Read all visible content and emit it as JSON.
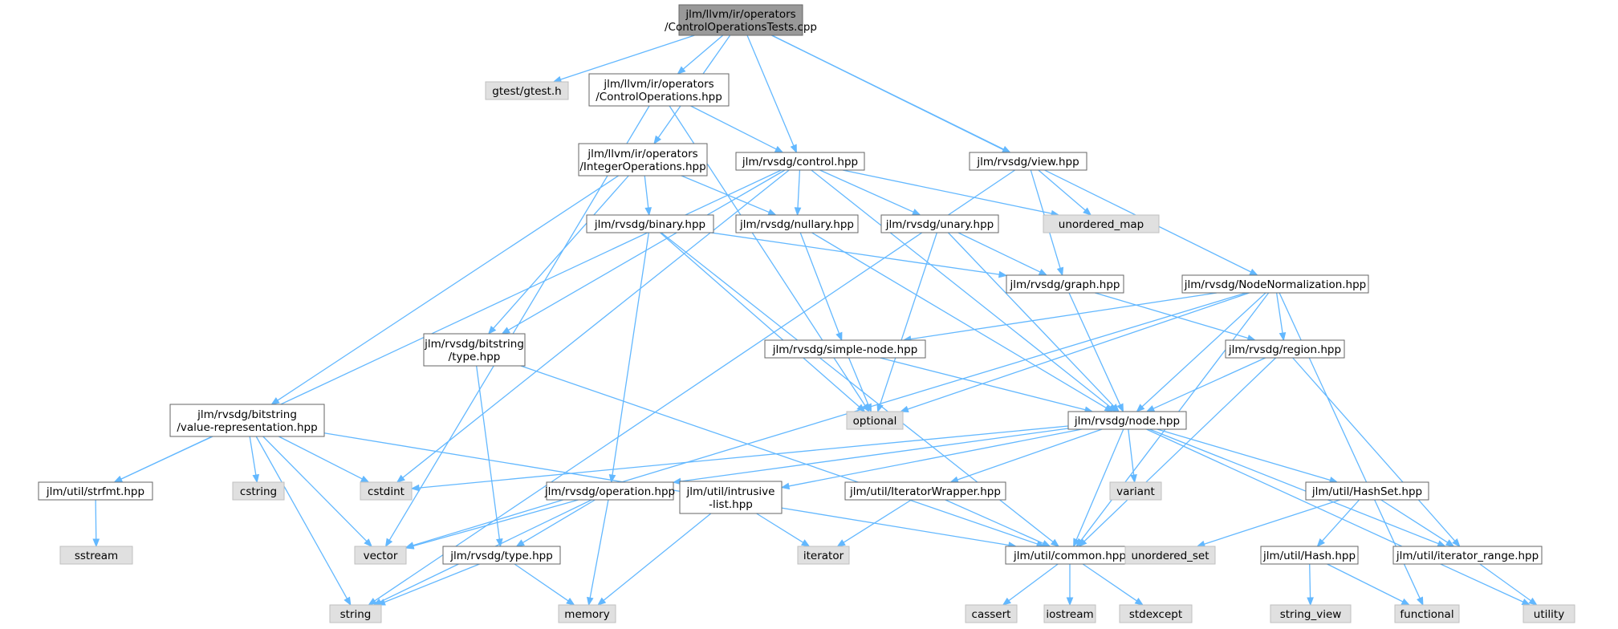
{
  "diagram": {
    "type": "include-dependency-graph",
    "colors": {
      "root_fill": "#999999",
      "root_stroke": "#666666",
      "file_fill": "#ffffff",
      "file_stroke": "#666666",
      "system_fill": "#e0e0e0",
      "system_stroke": "#bfbfbf",
      "edge": "#63b8ff"
    },
    "nodes": [
      {
        "id": "root",
        "lines": [
          "jlm/llvm/ir/operators",
          "/ControlOperationsTests.cpp"
        ],
        "kind": "root"
      },
      {
        "id": "gtest",
        "lines": [
          "gtest/gtest.h"
        ],
        "kind": "system"
      },
      {
        "id": "ctrlops",
        "lines": [
          "jlm/llvm/ir/operators",
          "/ControlOperations.hpp"
        ],
        "kind": "file"
      },
      {
        "id": "intops",
        "lines": [
          "jlm/llvm/ir/operators",
          "/IntegerOperations.hpp"
        ],
        "kind": "file"
      },
      {
        "id": "control",
        "lines": [
          "jlm/rvsdg/control.hpp"
        ],
        "kind": "file"
      },
      {
        "id": "view",
        "lines": [
          "jlm/rvsdg/view.hpp"
        ],
        "kind": "file"
      },
      {
        "id": "unordmap",
        "lines": [
          "unordered_map"
        ],
        "kind": "system"
      },
      {
        "id": "binary",
        "lines": [
          "jlm/rvsdg/binary.hpp"
        ],
        "kind": "file"
      },
      {
        "id": "nullary",
        "lines": [
          "jlm/rvsdg/nullary.hpp"
        ],
        "kind": "file"
      },
      {
        "id": "unary",
        "lines": [
          "jlm/rvsdg/unary.hpp"
        ],
        "kind": "file"
      },
      {
        "id": "graph",
        "lines": [
          "jlm/rvsdg/graph.hpp"
        ],
        "kind": "file"
      },
      {
        "id": "nodenorm",
        "lines": [
          "jlm/rvsdg/NodeNormalization.hpp"
        ],
        "kind": "file"
      },
      {
        "id": "bitstype",
        "lines": [
          "jlm/rvsdg/bitstring",
          "/type.hpp"
        ],
        "kind": "file"
      },
      {
        "id": "simplenode",
        "lines": [
          "jlm/rvsdg/simple-node.hpp"
        ],
        "kind": "file"
      },
      {
        "id": "region",
        "lines": [
          "jlm/rvsdg/region.hpp"
        ],
        "kind": "file"
      },
      {
        "id": "valrep",
        "lines": [
          "jlm/rvsdg/bitstring",
          "/value-representation.hpp"
        ],
        "kind": "file"
      },
      {
        "id": "optional",
        "lines": [
          "optional"
        ],
        "kind": "system"
      },
      {
        "id": "node",
        "lines": [
          "jlm/rvsdg/node.hpp"
        ],
        "kind": "file"
      },
      {
        "id": "strfmt",
        "lines": [
          "jlm/util/strfmt.hpp"
        ],
        "kind": "file"
      },
      {
        "id": "cstring",
        "lines": [
          "cstring"
        ],
        "kind": "system"
      },
      {
        "id": "cstdint",
        "lines": [
          "cstdint"
        ],
        "kind": "system"
      },
      {
        "id": "operation",
        "lines": [
          "jlm/rvsdg/operation.hpp"
        ],
        "kind": "file"
      },
      {
        "id": "intrusive",
        "lines": [
          "jlm/util/intrusive",
          "-list.hpp"
        ],
        "kind": "file"
      },
      {
        "id": "iterwrap",
        "lines": [
          "jlm/util/IteratorWrapper.hpp"
        ],
        "kind": "file"
      },
      {
        "id": "variant",
        "lines": [
          "variant"
        ],
        "kind": "system"
      },
      {
        "id": "hashset",
        "lines": [
          "jlm/util/HashSet.hpp"
        ],
        "kind": "file"
      },
      {
        "id": "sstream",
        "lines": [
          "sstream"
        ],
        "kind": "system"
      },
      {
        "id": "vector",
        "lines": [
          "vector"
        ],
        "kind": "system"
      },
      {
        "id": "rvtype",
        "lines": [
          "jlm/rvsdg/type.hpp"
        ],
        "kind": "file"
      },
      {
        "id": "iterator",
        "lines": [
          "iterator"
        ],
        "kind": "system"
      },
      {
        "id": "common",
        "lines": [
          "jlm/util/common.hpp"
        ],
        "kind": "file"
      },
      {
        "id": "unordset",
        "lines": [
          "unordered_set"
        ],
        "kind": "system"
      },
      {
        "id": "hash",
        "lines": [
          "jlm/util/Hash.hpp"
        ],
        "kind": "file"
      },
      {
        "id": "iterrange",
        "lines": [
          "jlm/util/iterator_range.hpp"
        ],
        "kind": "file"
      },
      {
        "id": "string",
        "lines": [
          "string"
        ],
        "kind": "system"
      },
      {
        "id": "memory",
        "lines": [
          "memory"
        ],
        "kind": "system"
      },
      {
        "id": "cassert",
        "lines": [
          "cassert"
        ],
        "kind": "system"
      },
      {
        "id": "iostream",
        "lines": [
          "iostream"
        ],
        "kind": "system"
      },
      {
        "id": "stdexcept",
        "lines": [
          "stdexcept"
        ],
        "kind": "system"
      },
      {
        "id": "string_view",
        "lines": [
          "string_view"
        ],
        "kind": "system"
      },
      {
        "id": "functional",
        "lines": [
          "functional"
        ],
        "kind": "system"
      },
      {
        "id": "utility",
        "lines": [
          "utility"
        ],
        "kind": "system"
      }
    ],
    "edges": [
      [
        "root",
        "gtest"
      ],
      [
        "root",
        "ctrlops"
      ],
      [
        "root",
        "intops"
      ],
      [
        "root",
        "control"
      ],
      [
        "root",
        "view"
      ],
      [
        "root",
        "nodenorm"
      ],
      [
        "ctrlops",
        "control"
      ],
      [
        "ctrlops",
        "vector"
      ],
      [
        "ctrlops",
        "optional"
      ],
      [
        "intops",
        "binary"
      ],
      [
        "intops",
        "nullary"
      ],
      [
        "intops",
        "bitstype"
      ],
      [
        "intops",
        "valrep"
      ],
      [
        "control",
        "unordmap"
      ],
      [
        "control",
        "nullary"
      ],
      [
        "control",
        "unary"
      ],
      [
        "control",
        "node"
      ],
      [
        "control",
        "bitstype"
      ],
      [
        "control",
        "strfmt"
      ],
      [
        "control",
        "cstdint"
      ],
      [
        "view",
        "unordmap"
      ],
      [
        "view",
        "graph"
      ],
      [
        "view",
        "string"
      ],
      [
        "binary",
        "graph"
      ],
      [
        "binary",
        "operation"
      ],
      [
        "binary",
        "optional"
      ],
      [
        "binary",
        "common"
      ],
      [
        "nullary",
        "simplenode"
      ],
      [
        "nullary",
        "node"
      ],
      [
        "unary",
        "graph"
      ],
      [
        "unary",
        "node"
      ],
      [
        "unary",
        "optional"
      ],
      [
        "graph",
        "region"
      ],
      [
        "graph",
        "node"
      ],
      [
        "nodenorm",
        "simplenode"
      ],
      [
        "nodenorm",
        "region"
      ],
      [
        "nodenorm",
        "node"
      ],
      [
        "nodenorm",
        "optional"
      ],
      [
        "nodenorm",
        "common"
      ],
      [
        "nodenorm",
        "functional"
      ],
      [
        "nodenorm",
        "vector"
      ],
      [
        "bitstype",
        "rvtype"
      ],
      [
        "bitstype",
        "common"
      ],
      [
        "simplenode",
        "node"
      ],
      [
        "simplenode",
        "optional"
      ],
      [
        "region",
        "node"
      ],
      [
        "region",
        "common"
      ],
      [
        "region",
        "iterrange"
      ],
      [
        "valrep",
        "strfmt"
      ],
      [
        "valrep",
        "cstring"
      ],
      [
        "valrep",
        "cstdint"
      ],
      [
        "valrep",
        "vector"
      ],
      [
        "valrep",
        "string"
      ],
      [
        "valrep",
        "common"
      ],
      [
        "node",
        "operation"
      ],
      [
        "node",
        "intrusive"
      ],
      [
        "node",
        "iterwrap"
      ],
      [
        "node",
        "variant"
      ],
      [
        "node",
        "hashset"
      ],
      [
        "node",
        "common"
      ],
      [
        "node",
        "iterrange"
      ],
      [
        "node",
        "utility"
      ],
      [
        "node",
        "cstdint"
      ],
      [
        "strfmt",
        "sstream"
      ],
      [
        "operation",
        "vector"
      ],
      [
        "operation",
        "rvtype"
      ],
      [
        "operation",
        "memory"
      ],
      [
        "operation",
        "string"
      ],
      [
        "intrusive",
        "iterator"
      ],
      [
        "intrusive",
        "memory"
      ],
      [
        "iterwrap",
        "iterator"
      ],
      [
        "iterwrap",
        "common"
      ],
      [
        "hashset",
        "unordset"
      ],
      [
        "hashset",
        "hash"
      ],
      [
        "hashset",
        "iterrange"
      ],
      [
        "rvtype",
        "string"
      ],
      [
        "rvtype",
        "memory"
      ],
      [
        "common",
        "cassert"
      ],
      [
        "common",
        "iostream"
      ],
      [
        "common",
        "stdexcept"
      ],
      [
        "hash",
        "string_view"
      ],
      [
        "hash",
        "functional"
      ],
      [
        "iterrange",
        "utility"
      ]
    ]
  }
}
